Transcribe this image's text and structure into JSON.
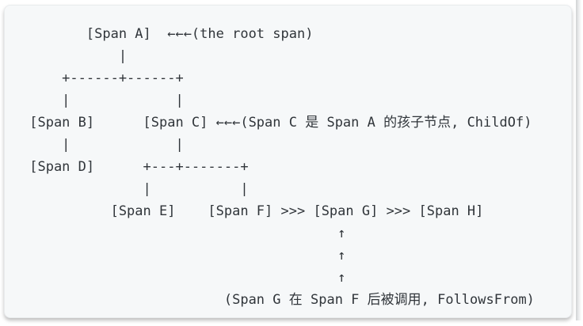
{
  "colors": {
    "page_bg": "#ffffff",
    "panel_bg": "#f6f8f9",
    "panel_border": "#e9ecee",
    "text_color": "#30353a",
    "shadow": "rgba(0,0,0,0.25)"
  },
  "code_block": {
    "lines": [
      "        [Span A]  ←←←(the root span)",
      "            |",
      "     +------+------+",
      "     |             |",
      " [Span B]      [Span C] ←←←(Span C 是 Span A 的孩子节点, ChildOf)",
      "     |             |",
      " [Span D]      +---+-------+",
      "               |           |",
      "           [Span E]    [Span F] >>> [Span G] >>> [Span H]",
      "                                       ↑",
      "                                       ↑",
      "                                       ↑",
      "                         (Span G 在 Span F 后被调用, FollowsFrom)"
    ],
    "annotations": {
      "root_span": "(the root span)",
      "child_of": "(Span C 是 Span A 的孩子节点, ChildOf)",
      "follows_from": "(Span G 在 Span F 后被调用, FollowsFrom)"
    }
  }
}
